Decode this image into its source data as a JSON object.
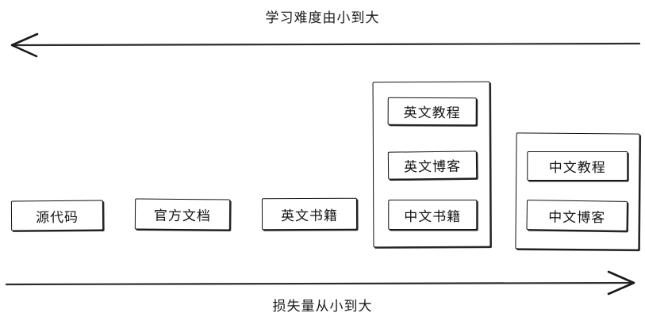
{
  "diagram": {
    "top_axis": {
      "label": "学习难度由小到大",
      "arrow_direction": "left"
    },
    "bottom_axis": {
      "label": "损失量从小到大",
      "arrow_direction": "right"
    },
    "items": [
      {
        "label": "源代码"
      },
      {
        "label": "官方文档"
      },
      {
        "label": "英文书籍"
      }
    ],
    "groups": [
      {
        "name": "group-middle",
        "items": [
          {
            "label": "英文教程"
          },
          {
            "label": "英文博客"
          },
          {
            "label": "中文书籍"
          }
        ]
      },
      {
        "name": "group-right",
        "items": [
          {
            "label": "中文教程"
          },
          {
            "label": "中文博客"
          }
        ]
      }
    ],
    "colors": {
      "stroke": "#111111",
      "text": "#141414",
      "background": "#ffffff"
    }
  }
}
